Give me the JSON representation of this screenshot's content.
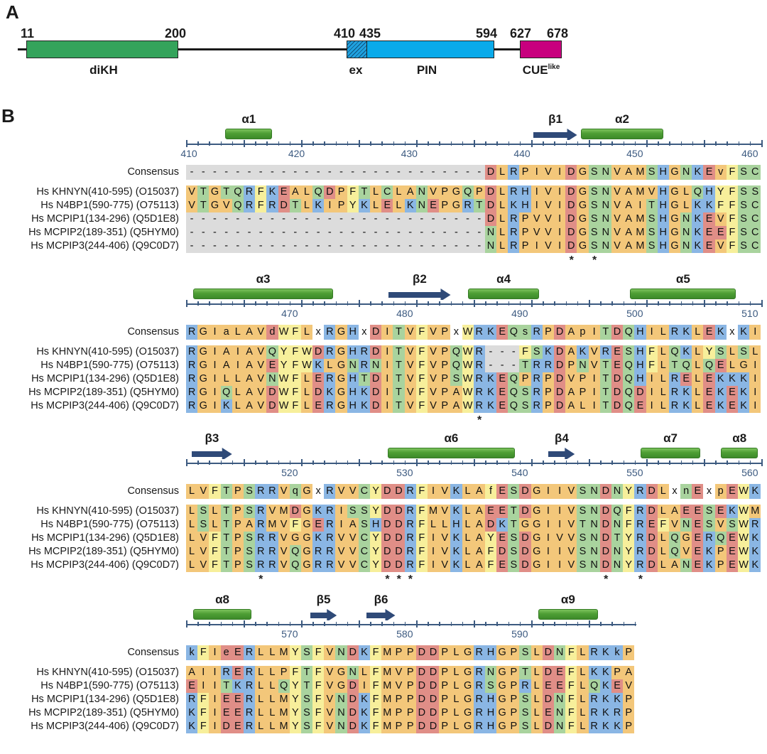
{
  "panel_a": {
    "label": "A",
    "domains": [
      {
        "name": "diKH",
        "start": 11,
        "end": 200,
        "start_label": "11",
        "end_label": "200",
        "color": "#34a35b",
        "hatched": false
      },
      {
        "name": "ex",
        "start": 410,
        "end": 435,
        "start_label": "410",
        "end_label": "",
        "color": "#1fa2e0",
        "hatched": true
      },
      {
        "name": "PIN",
        "start": 435,
        "end": 594,
        "start_label": "435",
        "end_label": "594",
        "color": "#0aaaea",
        "hatched": false
      },
      {
        "name": "CUE",
        "name_sup": "like",
        "start": 627,
        "end": 678,
        "start_label": "627",
        "end_label": "678",
        "color": "#c8007e",
        "hatched": false
      }
    ]
  },
  "panel_b": {
    "label": "B",
    "consensus_label": "Consensus",
    "sequence_names": [
      "Hs KHNYN(410-595) (O15037)",
      "Hs N4BP1(590-775) (O75113)",
      "Hs MCPIP1(134-296) (Q5D1E8)",
      "Hs MCPIP2(189-351) (Q5HYM0)",
      "Hs MCPIP3(244-406) (Q9C0D7)"
    ],
    "residue_colors": {
      "acidic": "#e08e87",
      "basic": "#8ab6e4",
      "polar": "#a9d39e",
      "aromatic": "#f7ef9b",
      "hydrophobic": "#f3c77a",
      "gap": "#dcdcdc",
      "unknown": "#ffffff"
    },
    "blocks": [
      {
        "axis_labels": [
          {
            "col": 0,
            "text": "410"
          },
          {
            "col": 9.6,
            "text": "420"
          },
          {
            "col": 19.4,
            "text": "430"
          },
          {
            "col": 29.2,
            "text": "440"
          },
          {
            "col": 39.0,
            "text": "450"
          },
          {
            "col": 49.0,
            "text": "460"
          }
        ],
        "secondary_structure": [
          {
            "type": "helix",
            "label": "α1",
            "from": 3.4,
            "to": 7.5
          },
          {
            "type": "strand",
            "label": "β1",
            "from": 30.2,
            "to": 34.0
          },
          {
            "type": "helix",
            "label": "α2",
            "from": 34.3,
            "to": 41.5
          }
        ],
        "consensus": "--------------------------DLRPIVIDGSNVAMSHGNKEvFSC",
        "sequences": [
          "VTGTQRFKEALQDPFTLCLANVPGQPDLRHIVIDGSNVAMVHGLQHYFSS",
          "VTGVQRFRDTLKIPYKLELKNEPGRTDLKHIVIDGSNVAITHGLKKFFSC",
          "--------------------------DLRPVVIDGSNVAMSHGNKEVFSC",
          "--------------------------NLRPVVIDGSNVAMSHGNKEEFSC",
          "--------------------------NLRPIVIDGSNVAMSHGNKEVFSC"
        ],
        "stars": [
          33,
          35
        ]
      },
      {
        "axis_labels": [
          {
            "col": 9.0,
            "text": "470"
          },
          {
            "col": 19.0,
            "text": "480"
          },
          {
            "col": 29.0,
            "text": "490"
          },
          {
            "col": 39.0,
            "text": "500"
          },
          {
            "col": 49.0,
            "text": "510"
          }
        ],
        "secondary_structure": [
          {
            "type": "helix",
            "label": "α3",
            "from": 0.6,
            "to": 12.8
          },
          {
            "type": "strand",
            "label": "β2",
            "from": 17.6,
            "to": 23.0
          },
          {
            "type": "helix",
            "label": "α4",
            "from": 24.5,
            "to": 30.7
          },
          {
            "type": "helix",
            "label": "α5",
            "from": 38.6,
            "to": 47.8
          }
        ],
        "consensus": "RGIaLAVdWFLxRGHxDITVFVPxWRKEQsRPDApITDQHILRKLEKxKI",
        "sequences": [
          "RGIAIAVQYFWDRGHRDITVFVPQWR---FSKDAKVRESHFLQKLYSLSL",
          "RGIAIAVEYFWKLGNRNITVFVPQWR---TRRDPNVTEQHFLTQLQELGI",
          "RGILLAVNWFLERGHTDITVFVPSWRKEQPRPDVPITDQHILRELEKKKI",
          "RGIQLAVDWFLDKGHKDITVFVPAWRKEQSRPDAPITDQDILRKLEKEKI",
          "RGIKLAVDWFLERGHKDITVFVPAWRKEQSRPDALITDQEILRKLEKEKI"
        ],
        "stars": [
          25
        ]
      },
      {
        "axis_labels": [
          {
            "col": 9.0,
            "text": "520"
          },
          {
            "col": 19.0,
            "text": "530"
          },
          {
            "col": 29.0,
            "text": "540"
          },
          {
            "col": 39.0,
            "text": "550"
          },
          {
            "col": 49.0,
            "text": "560"
          }
        ],
        "secondary_structure": [
          {
            "type": "strand",
            "label": "β3",
            "from": 0.5,
            "to": 4.0
          },
          {
            "type": "helix",
            "label": "α6",
            "from": 17.5,
            "to": 28.6
          },
          {
            "type": "strand",
            "label": "β4",
            "from": 31.5,
            "to": 33.8
          },
          {
            "type": "helix",
            "label": "α7",
            "from": 39.5,
            "to": 44.7
          },
          {
            "type": "helix",
            "label": "α8",
            "from": 46.5,
            "to": 49.7
          }
        ],
        "consensus": "LVFTPSRRVqGxRVVCYDDRFIVKLAfESDGIIVSNDNYRDLxnExpEWK",
        "sequences": [
          "LSLTPSRVMDGKRISSYDDRFMVKLAEETDGIIVSNDQFRDLAEESEKWM",
          "LSLTPARMVFGERIASHDDRFLLHLADKTGGIIVTNDNFREFVNESVSWR",
          "LVFTPSRRVGGKRVVCYDDRFIVKLAYESDGIVVSNDTYRDLQGERQEWK",
          "LVFTPSRRVQGRRVVCYDDRFIVKLAFDSDGIIVSNDNYRDLQVEKPEWK",
          "LVFTPSRRVQGRRVVCYDDRFIVKLAFESDGIIVSNDNYRDLANEKPEWK"
        ],
        "stars": [
          6,
          17,
          18,
          19,
          36,
          39
        ]
      },
      {
        "axis_labels": [
          {
            "col": 9.0,
            "text": "570"
          },
          {
            "col": 19.0,
            "text": "580"
          },
          {
            "col": 29.0,
            "text": "590"
          }
        ],
        "secondary_structure": [
          {
            "type": "helix",
            "label": "α8",
            "from": 0.6,
            "to": 5.7
          },
          {
            "type": "strand",
            "label": "β5",
            "from": 10.8,
            "to": 13.1
          },
          {
            "type": "strand",
            "label": "β6",
            "from": 15.7,
            "to": 18.2
          },
          {
            "type": "helix",
            "label": "α9",
            "from": 30.6,
            "to": 35.8
          }
        ],
        "consensus": "kFIeERLLMYSFVNDKFMPPDDPLGRHGPSLDNFLRKkP",
        "sequences": [
          "AIIRERLLPFTFVGNLFMVPDDPLGRNGPTLDEFLKKPA",
          "EIITKRLLQYTFVGDIFMVPDDPLGRSGPRLEEFLQKEV",
          "RFIEERLLMYSFVNDKFMPPDDPLGRHGPSLDNFLRKKP",
          "KFIEERLLMYSFVNDKFMPPDDPLGRHGPSLENFLRKRP",
          "KFIDERLLMYSFVNDKFMPPDDPLGRHGPSLDNFLRKKP"
        ],
        "stars": []
      }
    ]
  }
}
